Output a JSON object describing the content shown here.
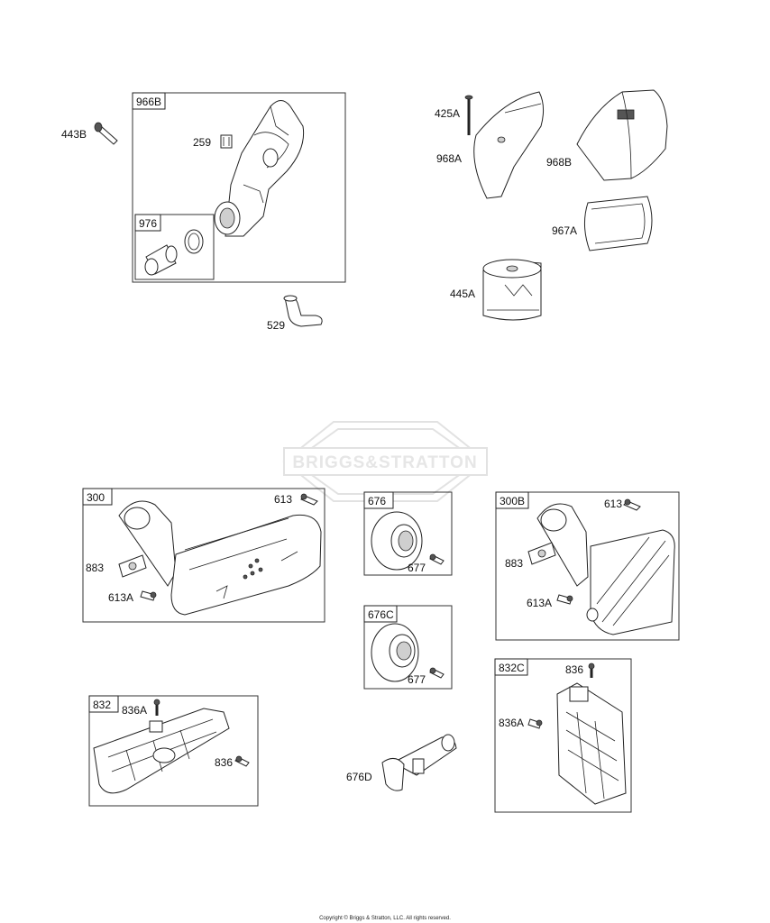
{
  "watermark": "BRIGGS&STRATTON",
  "copyright": "Copyright © Briggs & Stratton, LLC. All rights reserved.",
  "groups": {
    "g966B": "966B",
    "g976": "976",
    "g300": "300",
    "g676": "676",
    "g676C": "676C",
    "g300B": "300B",
    "g832C": "832C",
    "g832": "832"
  },
  "labels": {
    "p443B": "443B",
    "p259": "259",
    "p529": "529",
    "p425A": "425A",
    "p968A": "968A",
    "p968B": "968B",
    "p967A": "967A",
    "p445A": "445A",
    "p613_a": "613",
    "p883_a": "883",
    "p613A_a": "613A",
    "p677_a": "677",
    "p677_b": "677",
    "p613_b": "613",
    "p883_b": "883",
    "p613A_b": "613A",
    "p836_a": "836",
    "p836A_a": "836A",
    "p836A_b": "836A",
    "p836_b": "836",
    "p676D": "676D"
  }
}
